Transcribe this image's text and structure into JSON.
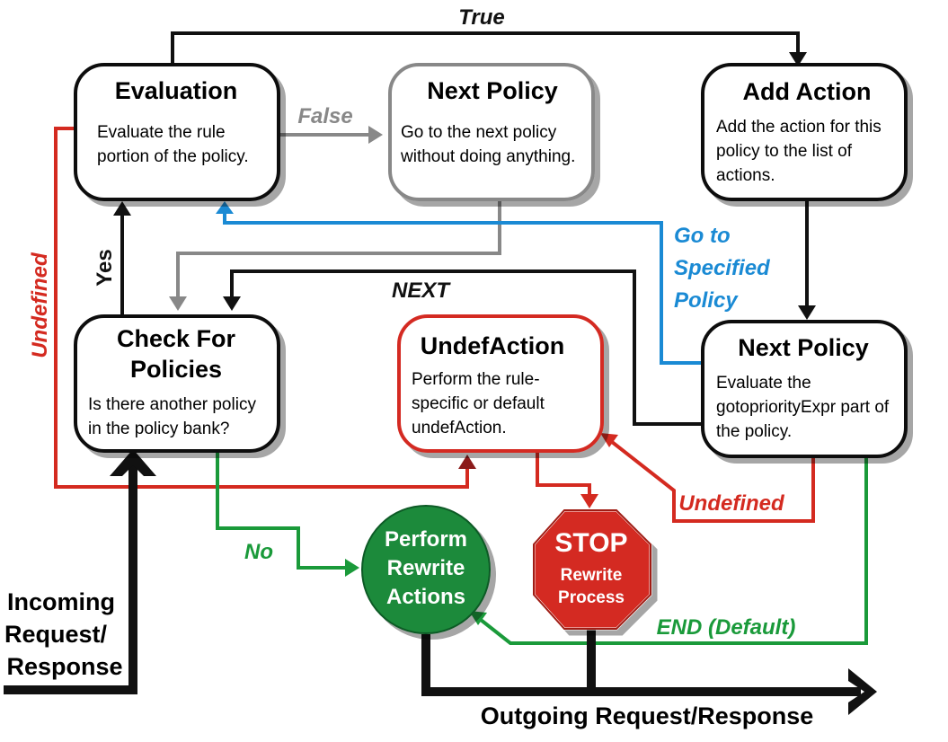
{
  "colors": {
    "black": "#111111",
    "gray": "#888888",
    "red": "#d42a20",
    "blue": "#1a8ad4",
    "green": "#1a9a3a",
    "dark_red": "#8b1a1a",
    "stop_fill": "#d42a20",
    "perform_fill": "#1a8a3a"
  },
  "nodes": {
    "evaluation": {
      "title": "Evaluation",
      "body": [
        "Evaluate the rule",
        "portion of the policy."
      ]
    },
    "next_policy_top": {
      "title": "Next Policy",
      "body": [
        "Go to the next policy",
        "without doing anything."
      ]
    },
    "add_action": {
      "title": "Add Action",
      "body": [
        "Add the action for this",
        "policy to the list of",
        "actions."
      ]
    },
    "check_policies": {
      "title": [
        "Check For",
        "Policies"
      ],
      "body": [
        "Is there another policy",
        "in the policy bank?"
      ]
    },
    "undef_action": {
      "title": "UndefAction",
      "body": [
        "Perform the rule-",
        "specific or default",
        "undefAction."
      ]
    },
    "next_policy_bottom": {
      "title": "Next Policy",
      "body": [
        "Evaluate the",
        "gotopriorityExpr part of",
        "the policy."
      ]
    },
    "perform": {
      "lines": [
        "Perform",
        "Rewrite",
        "Actions"
      ]
    },
    "stop": {
      "title": "STOP",
      "lines": [
        "Rewrite",
        "Process"
      ]
    }
  },
  "edge_labels": {
    "true": "True",
    "false": "False",
    "undefined_left": "Undefined",
    "yes": "Yes",
    "next": "NEXT",
    "goto": [
      "Go to",
      "Specified",
      "Policy"
    ],
    "undefined_right": "Undefined",
    "no": "No",
    "end_default": "END (Default)"
  },
  "io": {
    "incoming": [
      "Incoming",
      "Request/",
      "Response"
    ],
    "outgoing": "Outgoing Request/Response"
  }
}
